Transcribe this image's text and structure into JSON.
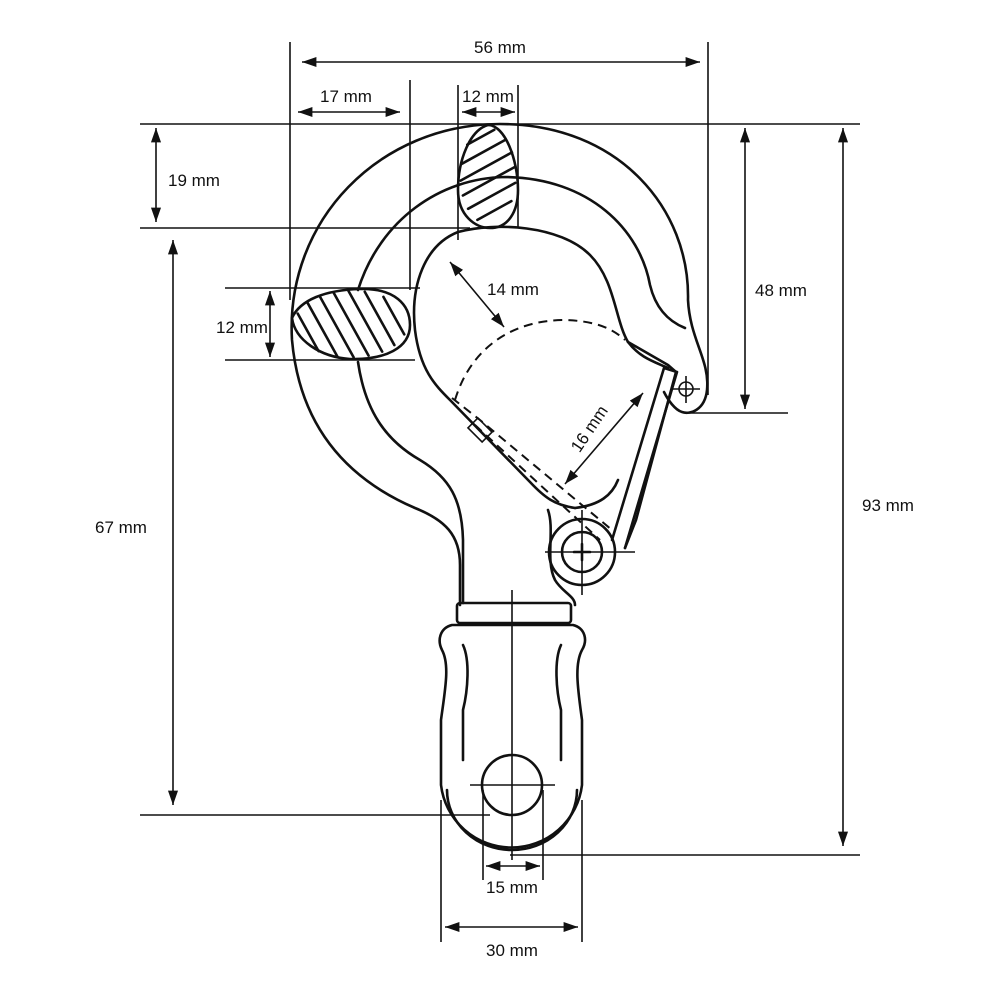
{
  "title": "Swivel hook dimensional drawing",
  "colors": {
    "line": "#111111",
    "background": "#ffffff"
  },
  "dimensions": {
    "overall_width": "56 mm",
    "eye_offset": "17 mm",
    "top_section_width": "12 mm",
    "top_section_height": "19 mm",
    "side_section_height": "12 mm",
    "throat_radius": "14 mm",
    "gate_opening_height": "48 mm",
    "gate_opening": "16 mm",
    "overall_length": "93 mm",
    "hook_to_eye_center": "67 mm",
    "eye_hole_diameter": "15 mm",
    "eye_width": "30 mm"
  }
}
